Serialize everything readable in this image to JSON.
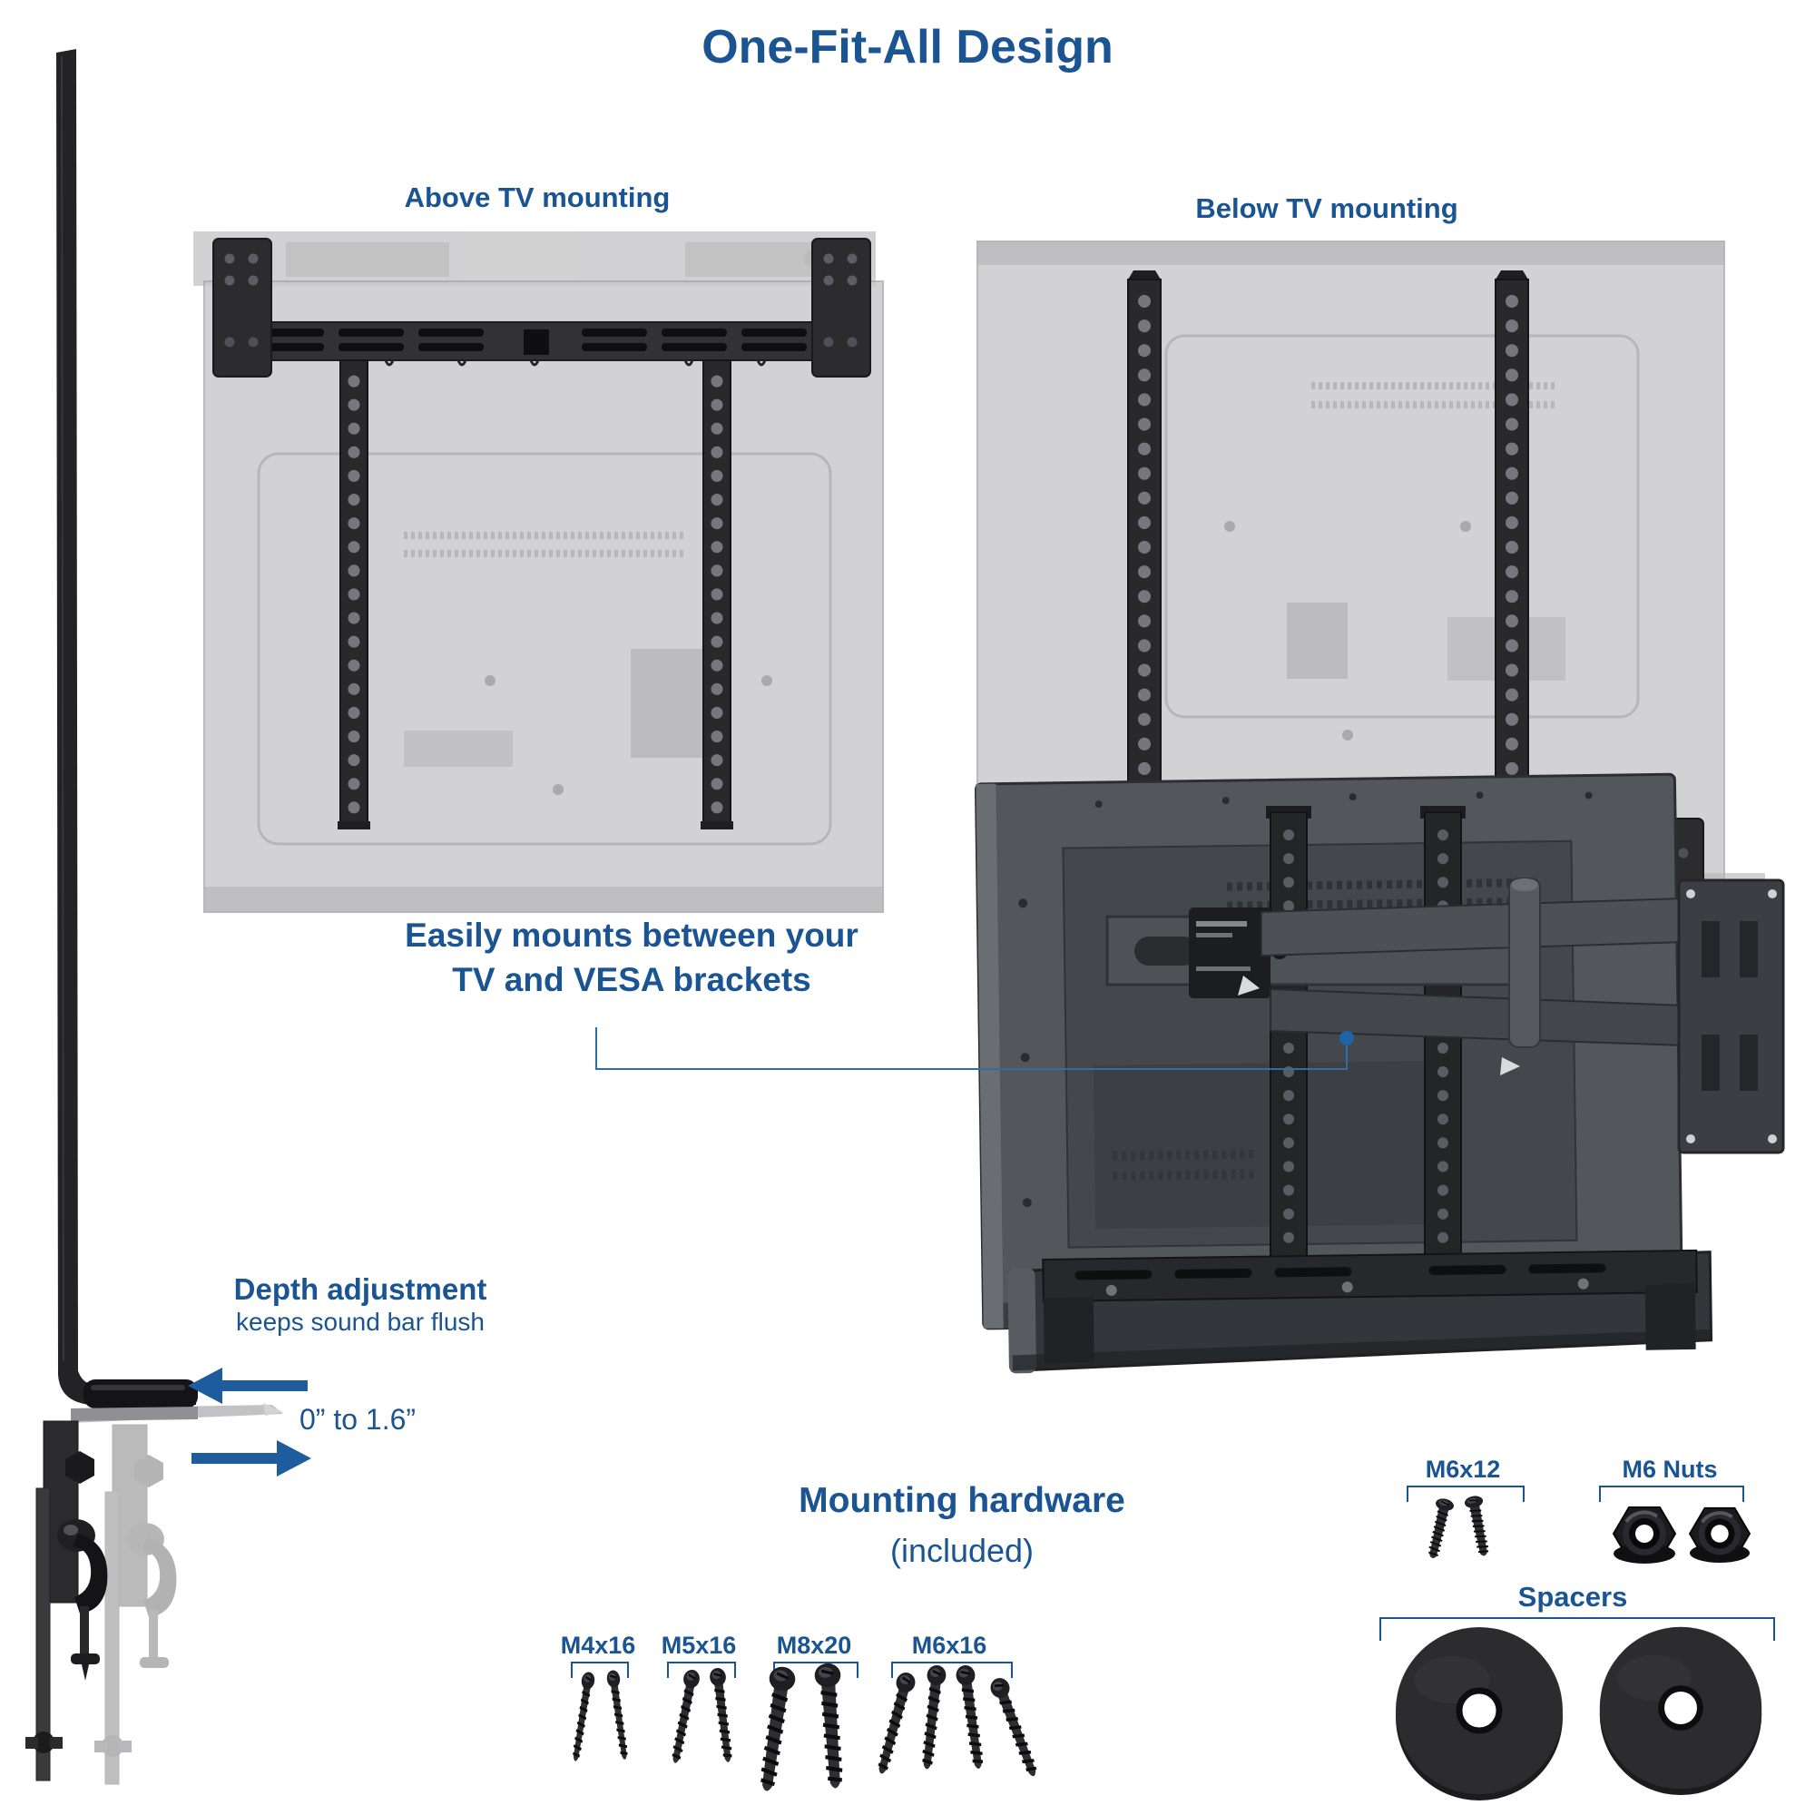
{
  "title": "One-Fit-All Design",
  "above_diagram": {
    "label": "Above TV mounting"
  },
  "below_diagram": {
    "label": "Below TV mounting"
  },
  "callout": {
    "line1": "Easily mounts between your",
    "line2": "TV and VESA brackets"
  },
  "depth": {
    "title": "Depth adjustment",
    "subtitle": "keeps sound bar flush",
    "range": "0” to 1.6”"
  },
  "hardware": {
    "title": "Mounting hardware",
    "subtitle": "(included)",
    "screws": [
      {
        "label": "M4x16",
        "count": 2
      },
      {
        "label": "M5x16",
        "count": 2
      },
      {
        "label": "M8x20",
        "count": 2
      },
      {
        "label": "M6x16",
        "count": 4
      }
    ],
    "top_items": [
      {
        "label": "M6x12",
        "count": 2
      },
      {
        "label": "M6 Nuts",
        "count": 2
      }
    ],
    "spacers_label": "Spacers",
    "spacers_count": 2
  },
  "colors": {
    "accent": "#1a5492",
    "arrow": "#1e5c9d"
  }
}
